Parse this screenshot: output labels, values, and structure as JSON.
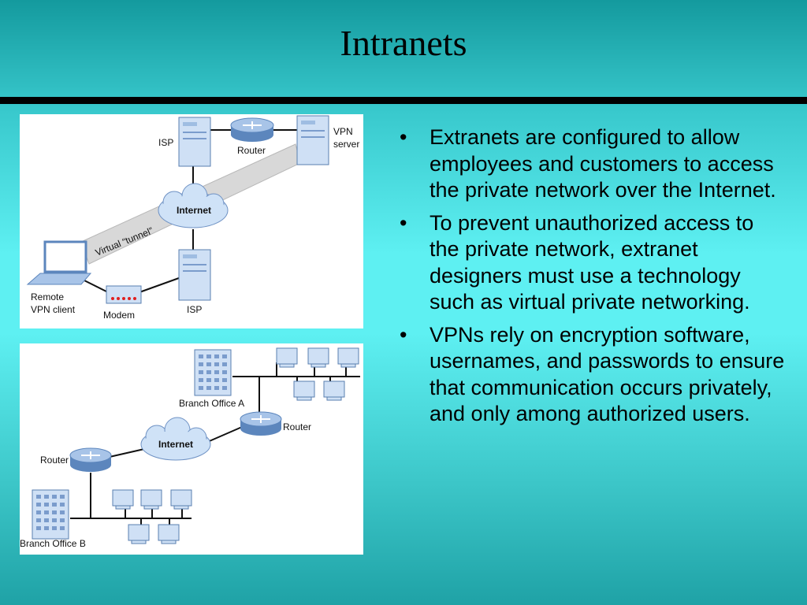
{
  "slide": {
    "title": "Intranets",
    "bullets": [
      "Extranets are configured to allow employees and customers to access the private network over the Internet.",
      "To prevent unauthorized access to the private network, extranet designers must use a technology such as virtual private networking.",
      "VPNs rely on encryption software, usernames, and passwords to ensure that communication occurs privately, and only among authorized users."
    ]
  },
  "diagram_vpn": {
    "isp_top": "ISP",
    "router": "Router",
    "vpn_server_1": "VPN",
    "vpn_server_2": "server",
    "internet": "Internet",
    "tunnel": "Virtual “tunnel”",
    "remote_1": "Remote",
    "remote_2": "VPN client",
    "modem": "Modem",
    "isp_bottom": "ISP"
  },
  "diagram_branch": {
    "branch_a": "Branch Office A",
    "router_right": "Router",
    "internet": "Internet",
    "router_left": "Router",
    "branch_b": "Branch Office B"
  },
  "colors": {
    "server_blue": "#cfe0f5",
    "router_blue": "#7fa6d6",
    "tunnel_gray": "#d8d8d8",
    "modem_red": "#e02020"
  }
}
